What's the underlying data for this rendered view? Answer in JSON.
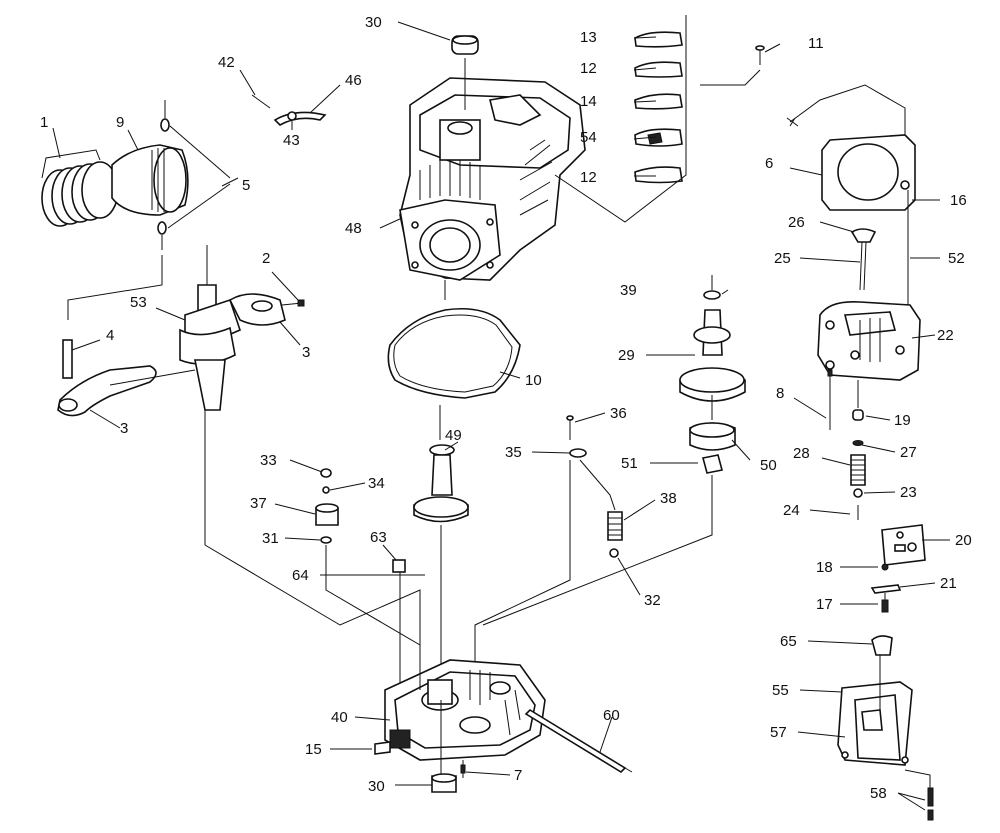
{
  "callouts": {
    "c1": "1",
    "c2": "2",
    "c3a": "3",
    "c3b": "3",
    "c4": "4",
    "c5": "5",
    "c6": "6",
    "c7": "7",
    "c8": "8",
    "c9": "9",
    "c10": "10",
    "c11": "11",
    "c12a": "12",
    "c12b": "12",
    "c13": "13",
    "c14": "14",
    "c15": "15",
    "c16": "16",
    "c17": "17",
    "c18": "18",
    "c19": "19",
    "c20": "20",
    "c21": "21",
    "c22": "22",
    "c23": "23",
    "c24": "24",
    "c25": "25",
    "c26": "26",
    "c27": "27",
    "c28": "28",
    "c29": "29",
    "c30a": "30",
    "c30b": "30",
    "c31": "31",
    "c32": "32",
    "c33": "33",
    "c34": "34",
    "c35": "35",
    "c36": "36",
    "c37": "37",
    "c38": "38",
    "c39": "39",
    "c40": "40",
    "c42": "42",
    "c43": "43",
    "c46": "46",
    "c48": "48",
    "c49": "49",
    "c50": "50",
    "c51": "51",
    "c52": "52",
    "c53": "53",
    "c54": "54",
    "c55": "55",
    "c57": "57",
    "c58": "58",
    "c60": "60",
    "c63": "63",
    "c64": "64",
    "c65": "65"
  }
}
